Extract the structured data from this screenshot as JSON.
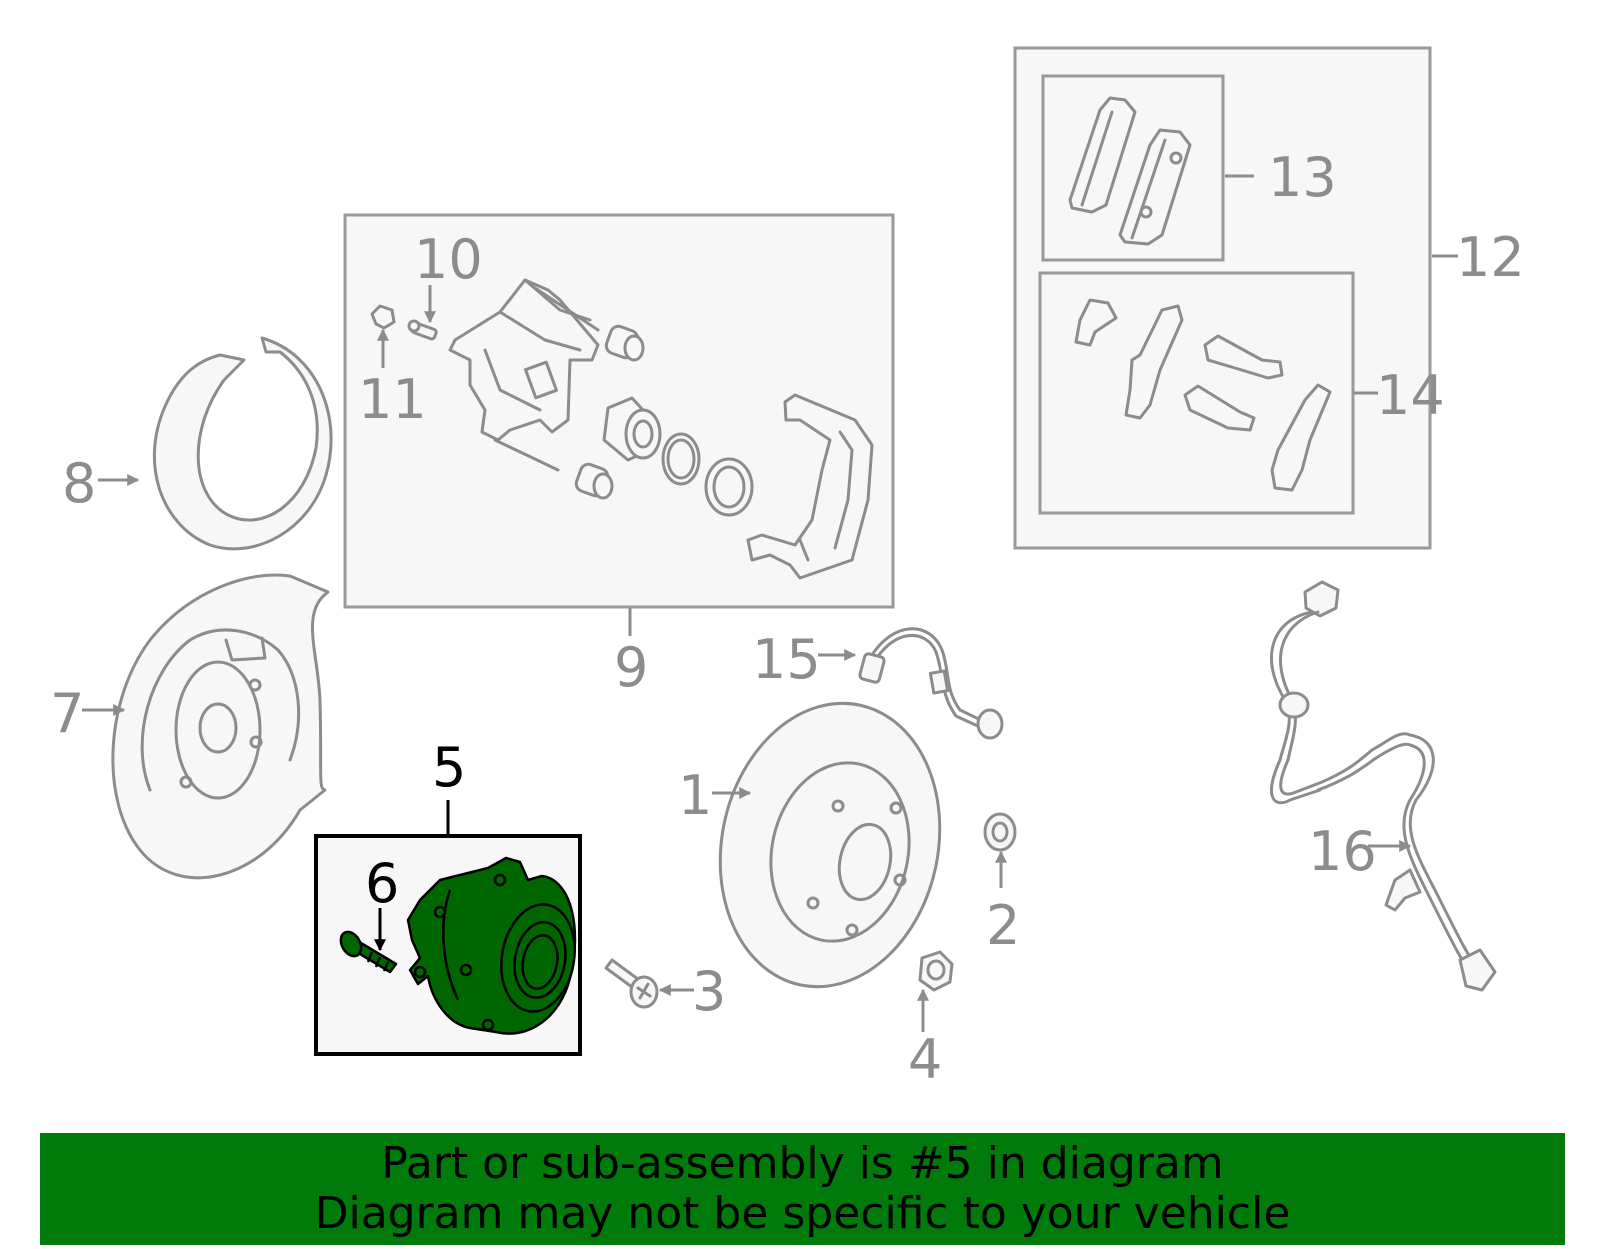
{
  "colors": {
    "highlight_fill": "#006600",
    "banner_background": "#007a0b",
    "line_gray": "#8c8c8c",
    "box_fill": "#f7f7f7"
  },
  "callouts": {
    "c1": "1",
    "c2": "2",
    "c3": "3",
    "c4": "4",
    "c5": "5",
    "c6": "6",
    "c7": "7",
    "c8": "8",
    "c9": "9",
    "c10": "10",
    "c11": "11",
    "c12": "12",
    "c13": "13",
    "c14": "14",
    "c15": "15",
    "c16": "16"
  },
  "banner": {
    "line1": "Part or sub-assembly is #5 in diagram",
    "line2": "Diagram may not be specific to your vehicle"
  }
}
